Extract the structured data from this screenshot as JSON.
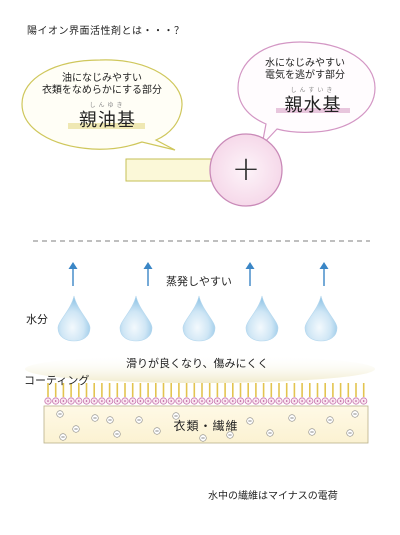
{
  "title": "陽イオン界面活性剤とは・・・？",
  "oil_bubble": {
    "line1": "油になじみやすい",
    "line2": "衣類をなめらかにする部分",
    "ruby": "しんゆき",
    "term": "親油基"
  },
  "water_bubble": {
    "line1": "水になじみやすい",
    "line2": "電気を逃がす部分",
    "ruby": "しんすいき",
    "term": "親水基"
  },
  "plus_symbol": "+",
  "evaporate_label": "蒸発しやすい",
  "water_label": "水分",
  "slide_label": "滑りが良くなり、傷みにくく",
  "coating_label": "コーティング",
  "fabric_label": "衣類・繊維",
  "caption": "水中の繊維はマイナスの電荷",
  "colors": {
    "oil_stroke": "#c8c257",
    "oil_fill": "#faf7d8",
    "water_stroke": "#c48fb8",
    "water_fill": "#f7e6f2",
    "head_fill": "#f9e3ef",
    "arrow": "#3a86c6",
    "drop_light": "#ecf6fc",
    "drop_dark": "#92c7e8"
  }
}
